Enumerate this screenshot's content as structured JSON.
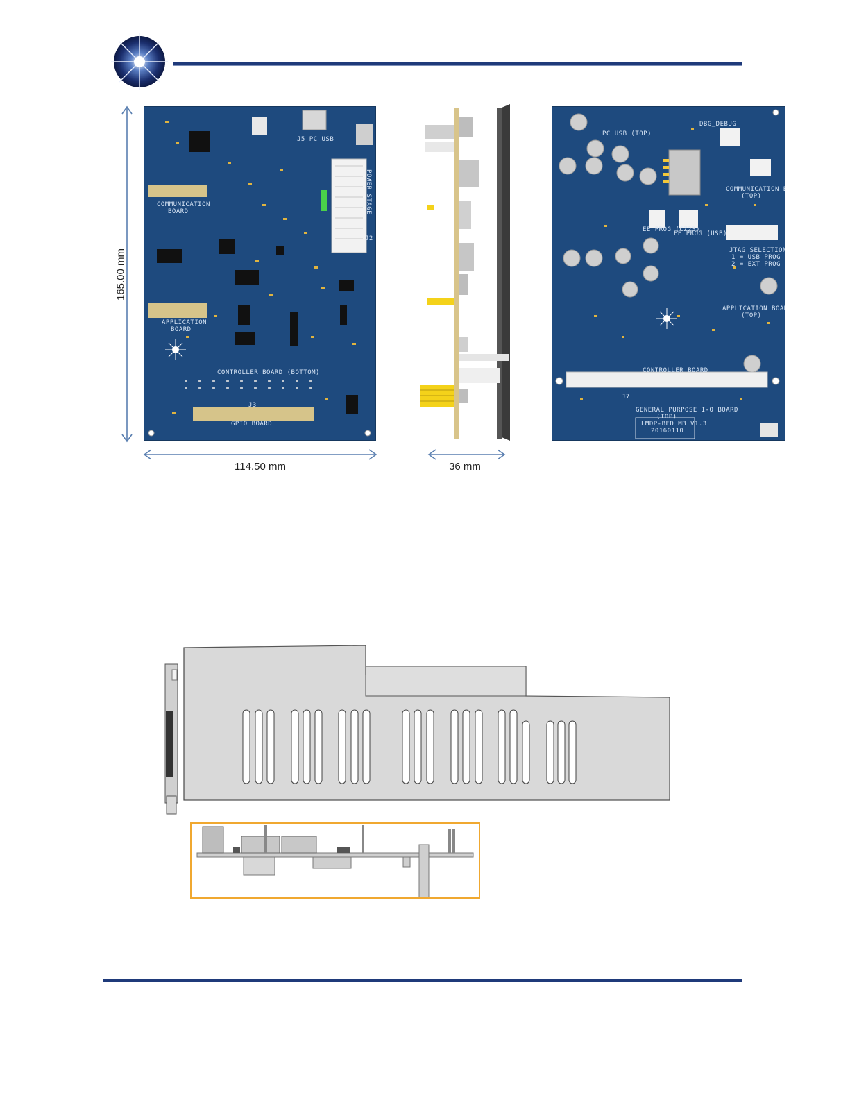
{
  "dimensions": {
    "height": "165.00 mm",
    "width": "114.50 mm",
    "depth": "36 mm"
  },
  "bottom_board_labels": {
    "communication": "COMMUNICATION",
    "communication_sub": "BOARD",
    "application": "APPLICATION",
    "application_sub": "BOARD",
    "controller": "CONTROLLER BOARD (BOTTOM)",
    "gpio": "GPIO BOARD",
    "usb": "J5 PC USB",
    "power_stage": "POWER STAGE",
    "j3": "J3",
    "j2": "J2"
  },
  "top_board_labels": {
    "pc_usb": "PC USB (TOP)",
    "communication": "COMMUNICATION BOARD",
    "communication_sub": "(TOP)",
    "jtag": "JTAG SELECTION",
    "jtag_1": "1 = USB PROG",
    "jtag_2": "2 = EXT PROG",
    "application": "APPLICATION BOARD",
    "application_sub": "(TOP)",
    "controller": "CONTROLLER BOARD",
    "gpio": "GENERAL PURPOSE I-O BOARD",
    "gpio_sub": "(TOP)",
    "ee_prog": "EE PROG (CZ23)",
    "ee_prog2": "EE PROG (USB)",
    "dbg": "DBG_DEBUG",
    "j7": "J7",
    "version": "LMDP-BED MB V1.3",
    "date": "20160110"
  },
  "colors": {
    "pcb": "#1e4a7e",
    "rule": "#1f3a7a",
    "highlight_box": "#f0a830"
  }
}
